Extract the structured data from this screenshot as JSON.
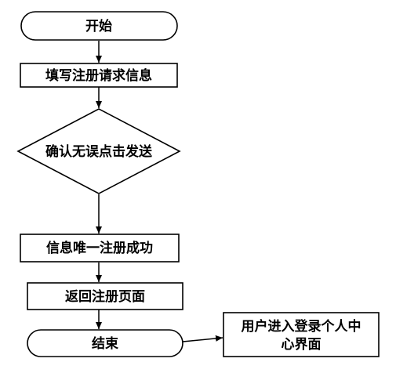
{
  "flowchart": {
    "start": "开始",
    "fill_request": "填写注册请求信息",
    "confirm": "确认无误点击发送",
    "success": "信息唯一注册成功",
    "return_page": "返回注册页面",
    "end": "结束",
    "user_center_line1": "用户进入登录个人中",
    "user_center_line2": "心界面"
  }
}
